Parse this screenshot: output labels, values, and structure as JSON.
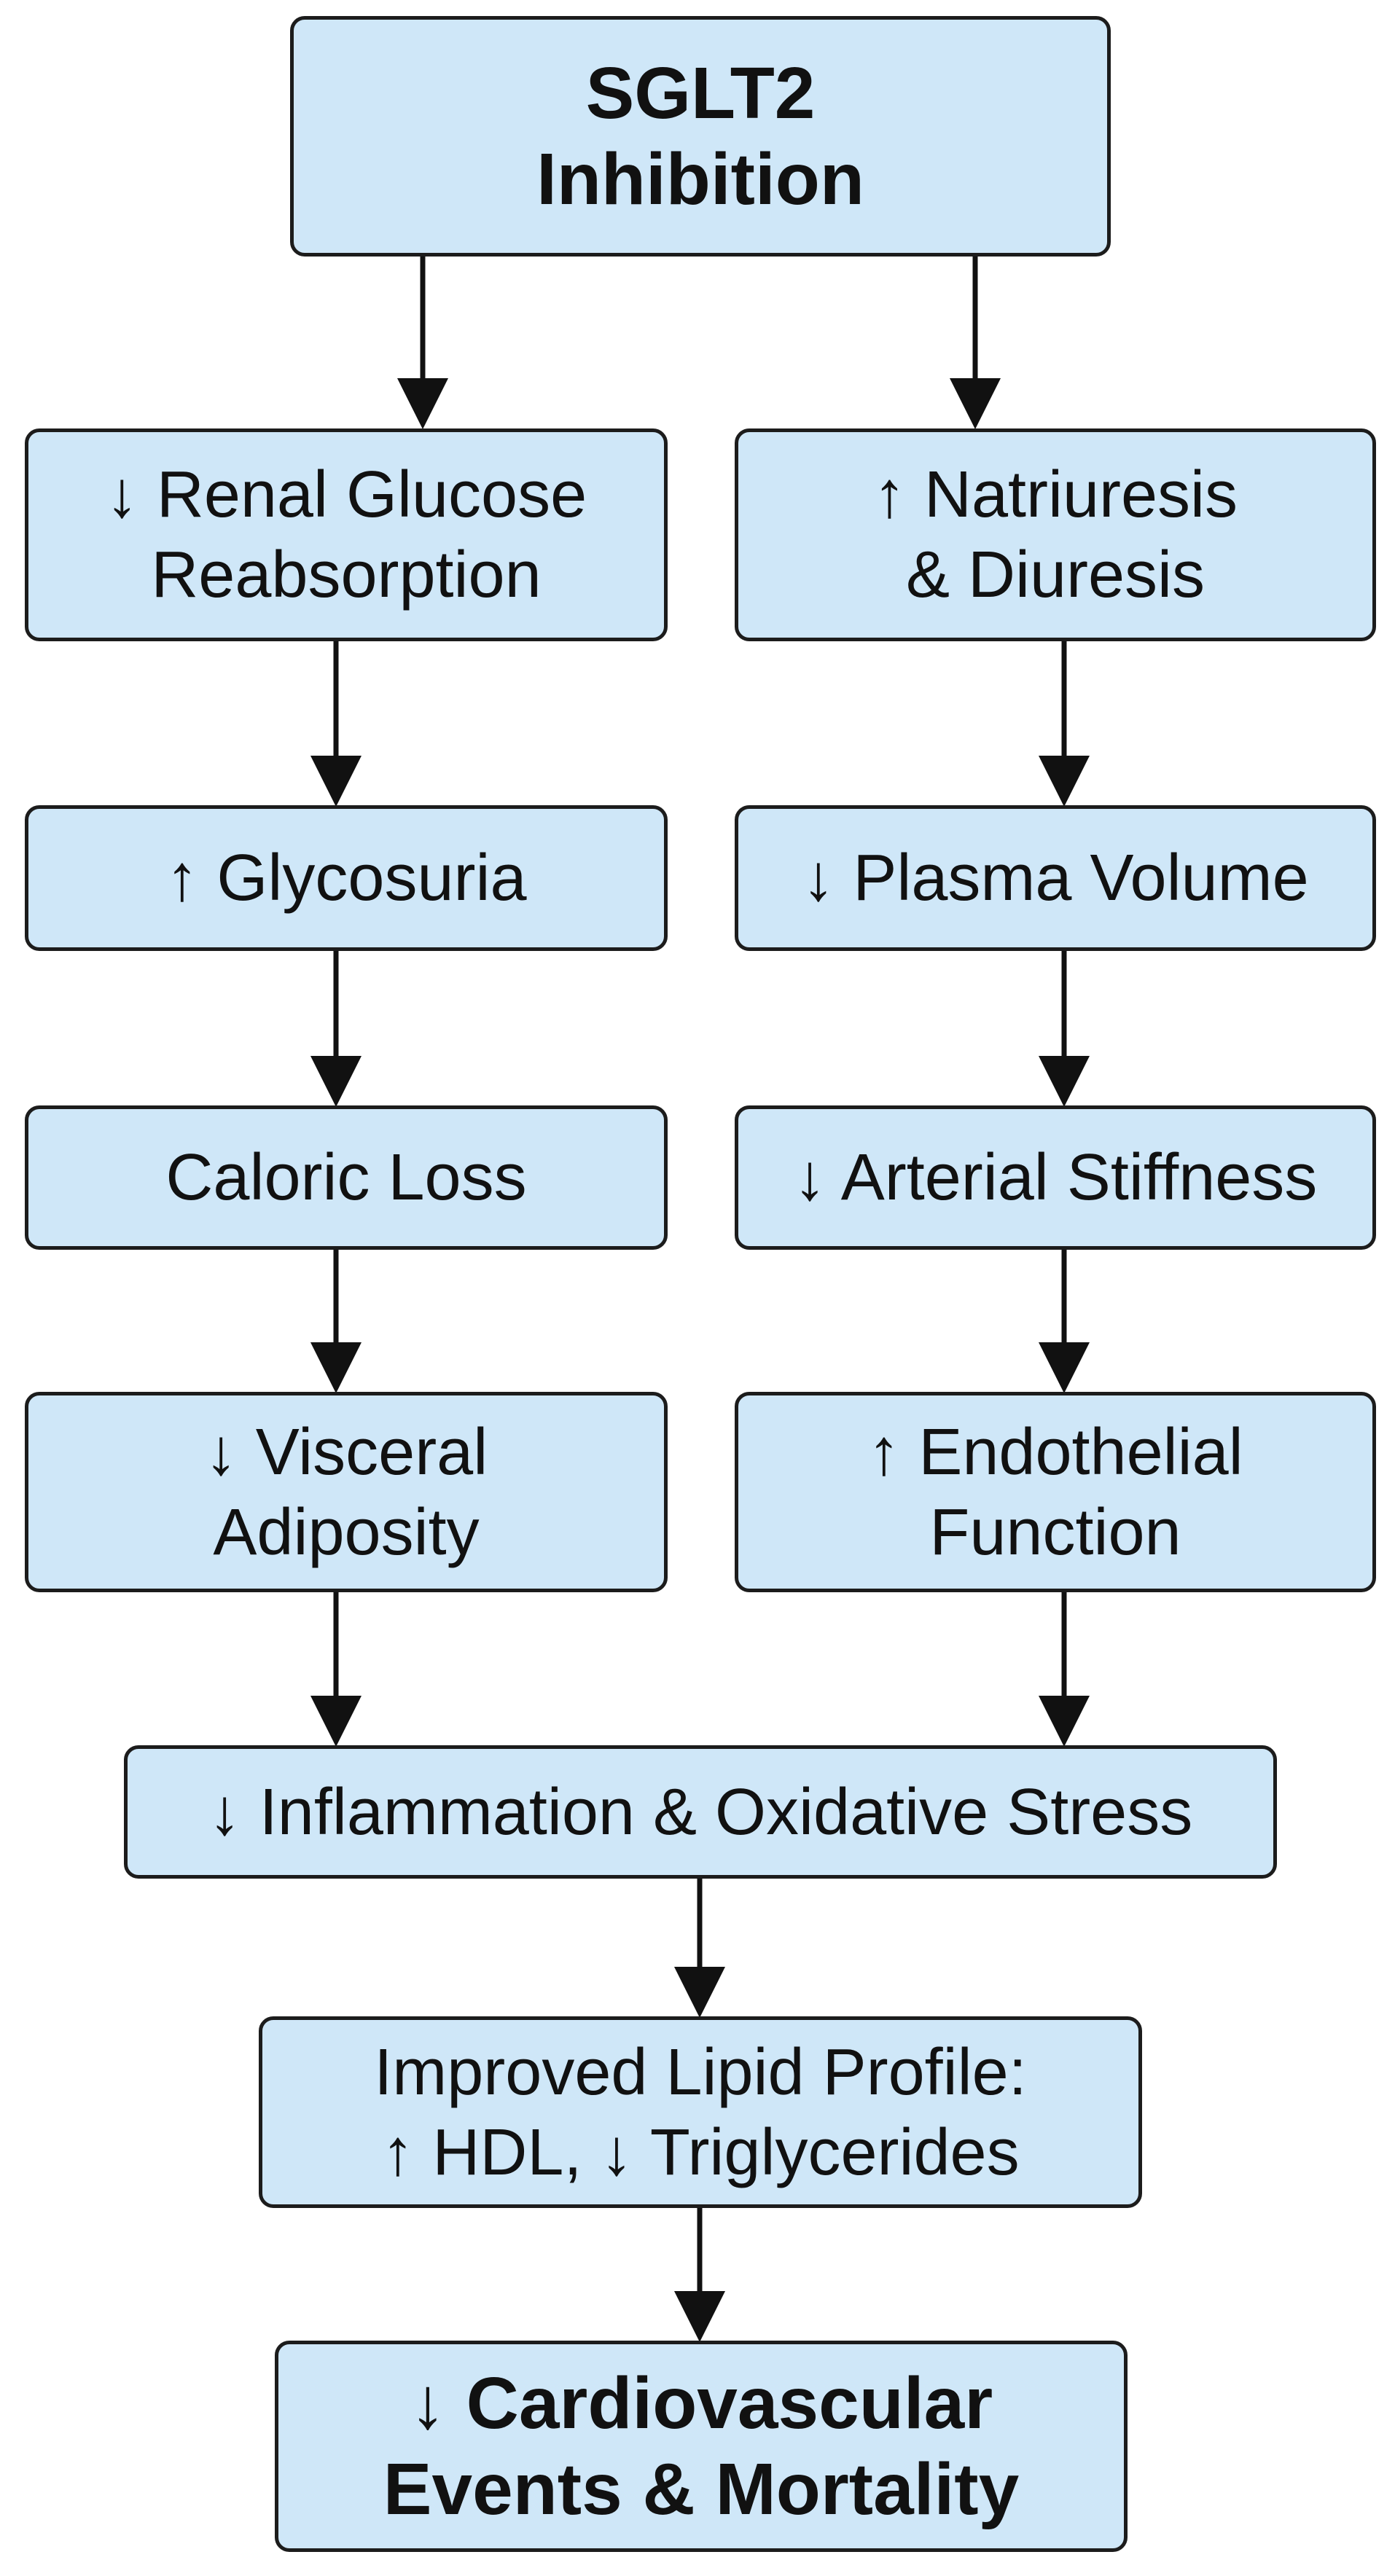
{
  "nodes": {
    "sglt2": "SGLT2\nInhibition",
    "renal_glucose": "↓ Renal Glucose\nReabsorption",
    "glycosuria": "↑ Glycosuria",
    "caloric_loss": "Caloric Loss",
    "visceral": "↓ Visceral\nAdiposity",
    "natriuresis": "↑ Natriuresis\n& Diuresis",
    "plasma_volume": "↓ Plasma Volume",
    "arterial": "↓ Arterial Stiffness",
    "endothelial": "↑ Endothelial\nFunction",
    "inflammation": "↓ Inflammation & Oxidative Stress",
    "lipid": "Improved Lipid Profile:\n↑ HDL, ↓ Triglycerides",
    "cardio": "↓ Cardiovascular\nEvents & Mortality"
  },
  "colors": {
    "box_fill": "#cfe7f8",
    "box_border": "#1c1c1c",
    "arrow": "#111111",
    "text": "#111111"
  }
}
